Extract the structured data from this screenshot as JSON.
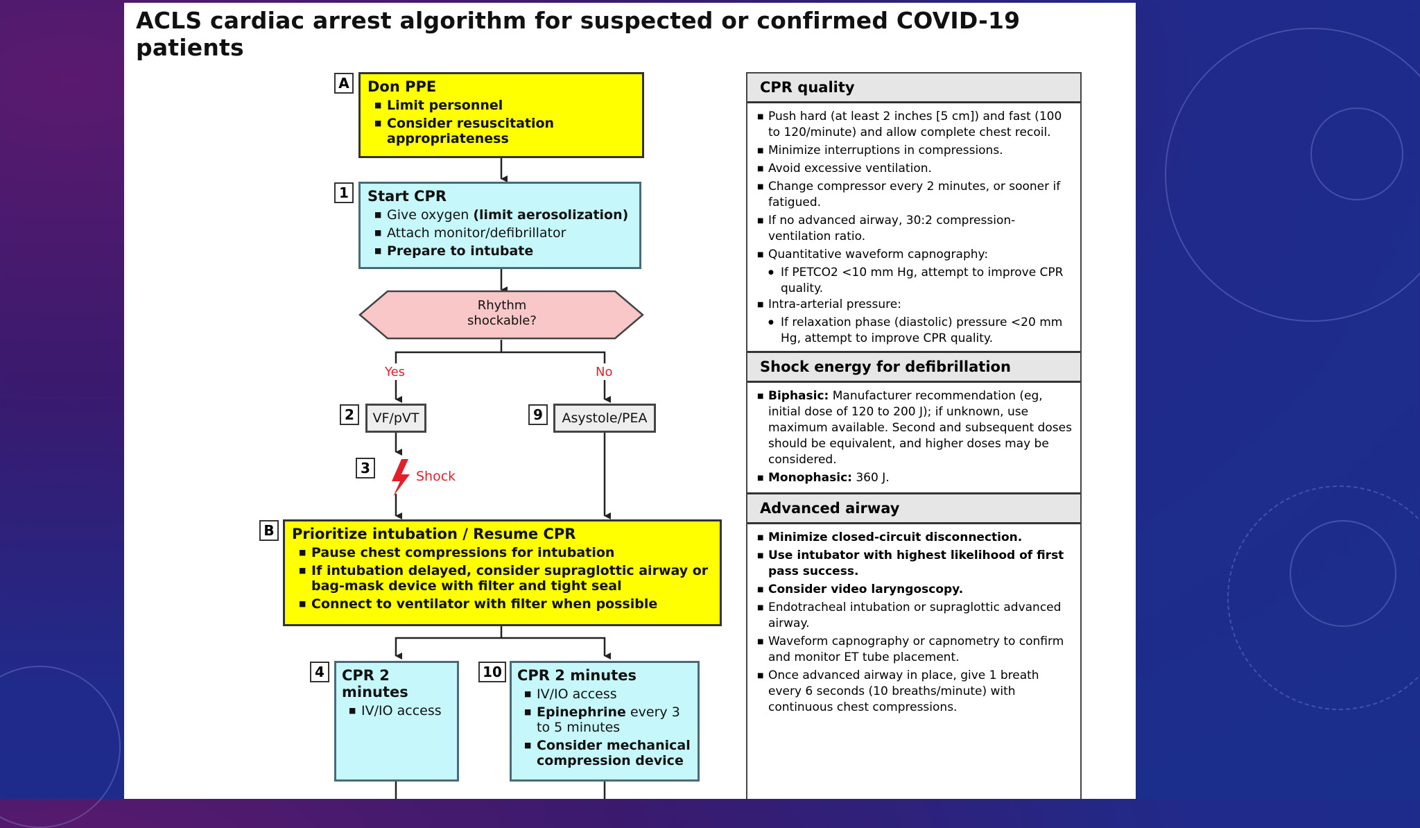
{
  "title": "ACLS cardiac arrest algorithm for suspected or confirmed COVID-19 patients",
  "flow": {
    "A": {
      "label": "A",
      "heading": "Don PPE",
      "items": [
        "Limit personnel",
        "Consider resuscitation appropriateness"
      ]
    },
    "n1": {
      "label": "1",
      "heading": "Start CPR",
      "items": [
        "Give oxygen",
        "Attach monitor/defibrillator",
        "Prepare to intubate"
      ],
      "item0_bold": "(limit aerosolization)"
    },
    "decision": "Rhythm shockable?",
    "yes": "Yes",
    "no": "No",
    "n2": {
      "label": "2",
      "text": "VF/pVT"
    },
    "n9": {
      "label": "9",
      "text": "Asystole/PEA"
    },
    "n3": {
      "label": "3",
      "text": "Shock"
    },
    "B": {
      "label": "B",
      "heading": "Prioritize intubation / Resume CPR",
      "items": [
        "Pause chest compressions for intubation",
        "If intubation delayed, consider supraglottic airway or bag-mask device with filter and tight seal",
        "Connect to ventilator with filter when possible"
      ]
    },
    "n4": {
      "label": "4",
      "heading": "CPR 2 minutes",
      "items": [
        "IV/IO access"
      ]
    },
    "n10": {
      "label": "10",
      "heading": "CPR 2 minutes",
      "items": [
        "IV/IO access",
        "Epinephrine",
        "Consider mechanical compression device"
      ],
      "epi_tail": "every 3 to 5 minutes"
    }
  },
  "panel": {
    "cpr_quality": {
      "heading": "CPR quality",
      "items": [
        "Push hard (at least 2 inches [5 cm]) and fast (100 to 120/minute) and allow complete chest recoil.",
        "Minimize interruptions in compressions.",
        "Avoid excessive ventilation.",
        "Change compressor every 2 minutes, or sooner if fatigued.",
        "If no advanced airway, 30:2 compression-ventilation ratio.",
        "Quantitative waveform capnography:",
        "Intra-arterial pressure:"
      ],
      "sub1": "If PETCO2 <10 mm Hg, attempt to improve CPR quality.",
      "sub2": "If relaxation phase (diastolic) pressure <20 mm Hg, attempt to improve CPR quality."
    },
    "shock_energy": {
      "heading": "Shock energy for defibrillation",
      "biphasic_label": "Biphasic:",
      "biphasic_text": "Manufacturer recommendation (eg, initial dose of 120 to 200 J); if unknown, use maximum available. Second and subsequent doses should be equivalent, and higher doses may be considered.",
      "monophasic_label": "Monophasic:",
      "monophasic_text": "360 J."
    },
    "advanced_airway": {
      "heading": "Advanced airway",
      "bold_items": [
        "Minimize closed-circuit disconnection.",
        "Use intubator with highest likelihood of first pass success.",
        "Consider video laryngoscopy."
      ],
      "items": [
        "Endotracheal intubation or supraglottic advanced airway.",
        "Waveform capnography or capnometry to confirm and monitor ET tube placement.",
        "Once advanced airway in place, give 1 breath every 6 seconds (10 breaths/minute) with continuous chest compressions."
      ]
    }
  },
  "colors": {
    "yellow": "#ffff00",
    "cyan": "#c6f8fb",
    "decision": "#f9c7c7",
    "shock": "#e0202a"
  }
}
